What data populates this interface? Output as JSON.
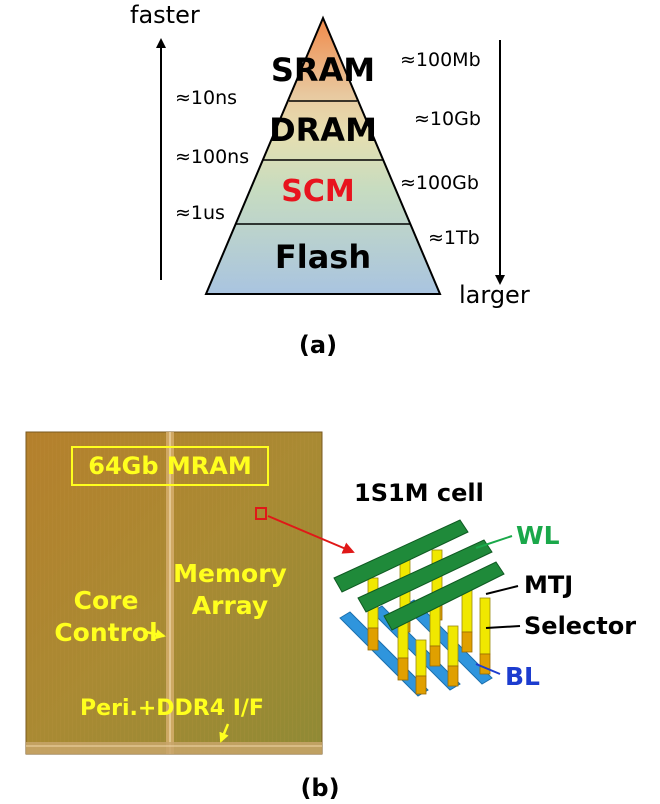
{
  "panel_a": {
    "top_label": "faster",
    "bottom_label": "larger",
    "levels": [
      {
        "name": "SRAM",
        "color": "#000000"
      },
      {
        "name": "DRAM",
        "color": "#000000"
      },
      {
        "name": "SCM",
        "color": "#e8141e"
      },
      {
        "name": "Flash",
        "color": "#000000"
      }
    ],
    "latency": [
      "≈10ns",
      "≈100ns",
      "≈1us"
    ],
    "capacity": [
      "≈100Mb",
      "≈10Gb",
      "≈100Gb",
      "≈1Tb"
    ],
    "caption": "(a)"
  },
  "panel_b": {
    "chip_title": "64Gb MRAM",
    "core_control": [
      "Core",
      "Control"
    ],
    "memory_array": [
      "Memory",
      "Array"
    ],
    "peri": "Peri.+DDR4 I/F",
    "cell_title": "1S1M cell",
    "wl": "WL",
    "mtj": "MTJ",
    "selector": "Selector",
    "bl": "BL",
    "caption": "(b)",
    "colors": {
      "chip_text": "#ffff1e",
      "wl": "#1aa84a",
      "bl": "#1c3ccf",
      "pointer": "#e01818"
    }
  }
}
